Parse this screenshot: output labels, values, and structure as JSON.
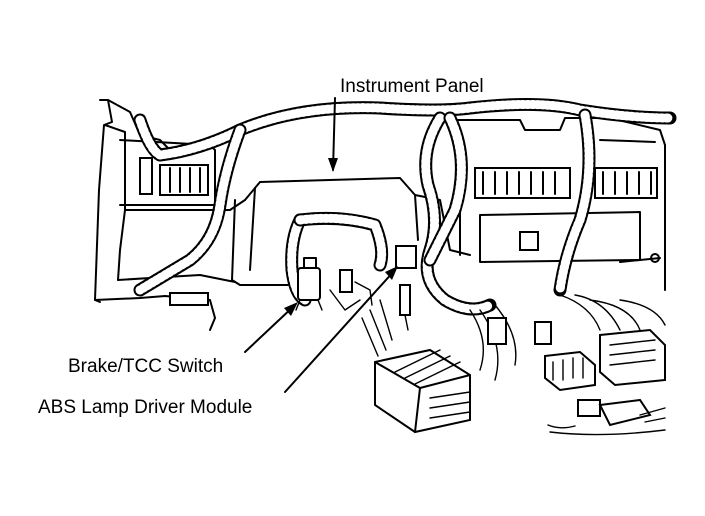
{
  "labels": {
    "instrument_panel": "Instrument Panel",
    "brake_tcc_switch": "Brake/TCC Switch",
    "abs_lamp_driver_module": "ABS Lamp Driver Module"
  },
  "colors": {
    "ink": "#000000",
    "paper": "#ffffff"
  }
}
